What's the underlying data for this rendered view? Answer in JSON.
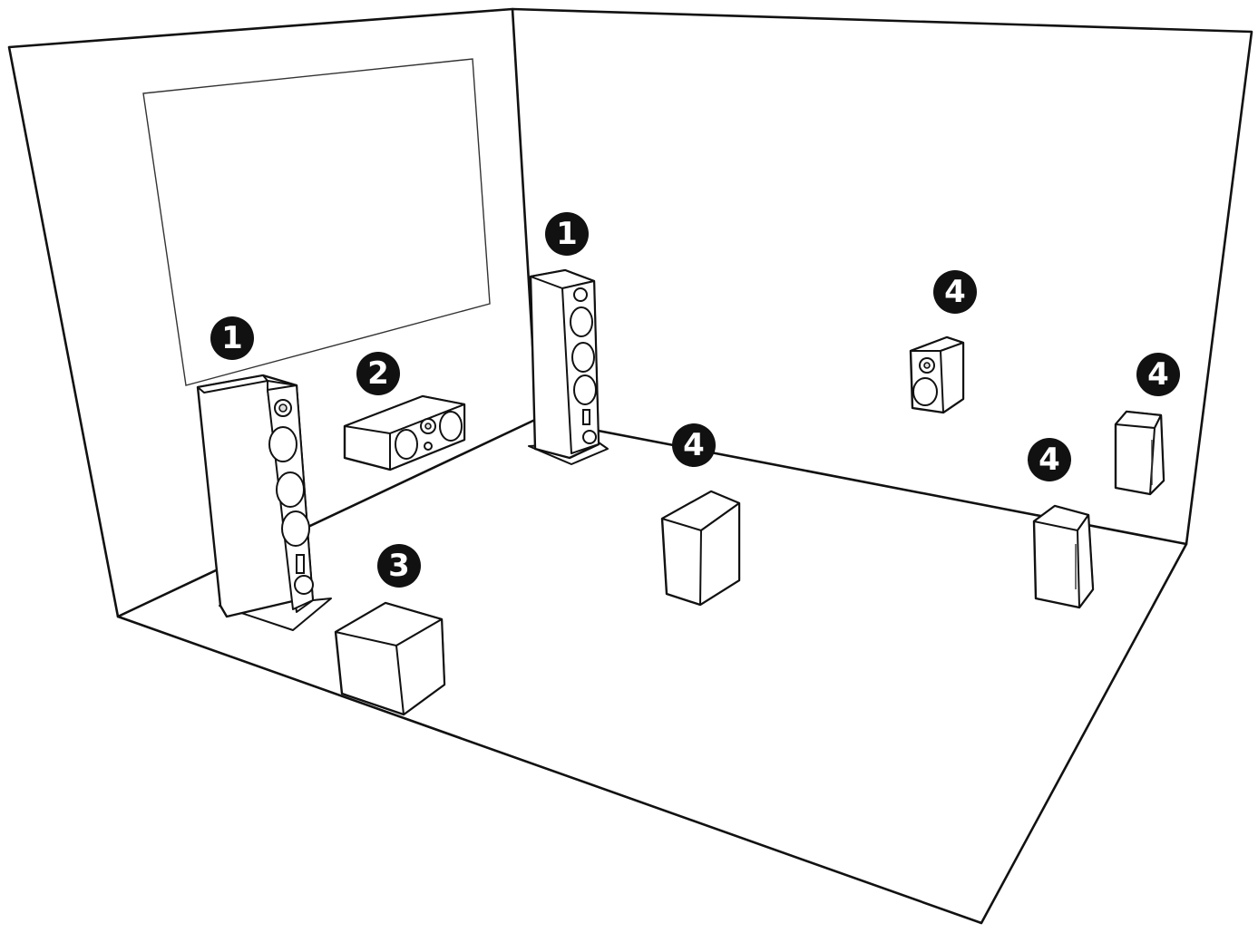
{
  "diagram": {
    "badges": [
      {
        "id": "front-left",
        "label": "1"
      },
      {
        "id": "front-right",
        "label": "1"
      },
      {
        "id": "center",
        "label": "2"
      },
      {
        "id": "subwoofer",
        "label": "3"
      },
      {
        "id": "surround-mid",
        "label": "4"
      },
      {
        "id": "surround-wall",
        "label": "4"
      },
      {
        "id": "surround-rear-right",
        "label": "4"
      },
      {
        "id": "surround-right",
        "label": "4"
      }
    ],
    "colors": {
      "line": "#111111",
      "background": "#ffffff",
      "badge_fill": "#111111",
      "badge_text": "#ffffff"
    }
  }
}
